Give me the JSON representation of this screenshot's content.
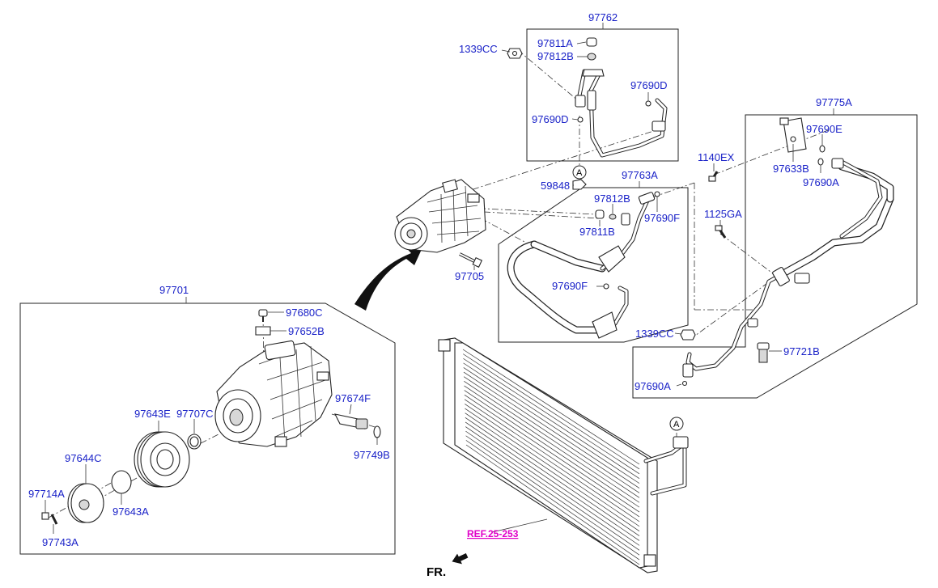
{
  "labels": {
    "p97762": "97762",
    "p1339CC_top": "1339CC",
    "p97811A": "97811A",
    "p97812B_top": "97812B",
    "p97690D_right": "97690D",
    "p97690D_left": "97690D",
    "p59848": "59848",
    "p97763A": "97763A",
    "p97812B_mid": "97812B",
    "p97690F_right": "97690F",
    "p97811B": "97811B",
    "p97705": "97705",
    "p97690F_left": "97690F",
    "p97775A": "97775A",
    "p97690E": "97690E",
    "p1140EX": "1140EX",
    "p97633B": "97633B",
    "p97690A_top": "97690A",
    "p1125GA": "1125GA",
    "p1339CC_mid": "1339CC",
    "p97721B": "97721B",
    "p97690A_bot": "97690A",
    "p97701": "97701",
    "p97680C": "97680C",
    "p97652B": "97652B",
    "p97674F": "97674F",
    "p97643E": "97643E",
    "p97707C": "97707C",
    "p97749B": "97749B",
    "p97644C": "97644C",
    "p97714A": "97714A",
    "p97643A": "97643A",
    "p97743A": "97743A"
  },
  "markers": {
    "a_top": "A",
    "a_bottom": "A"
  },
  "reference": "REF.25-253",
  "direction": "FR.",
  "colors": {
    "label": "#1a22c8",
    "reference": "#e000c8",
    "line": "#222222"
  }
}
